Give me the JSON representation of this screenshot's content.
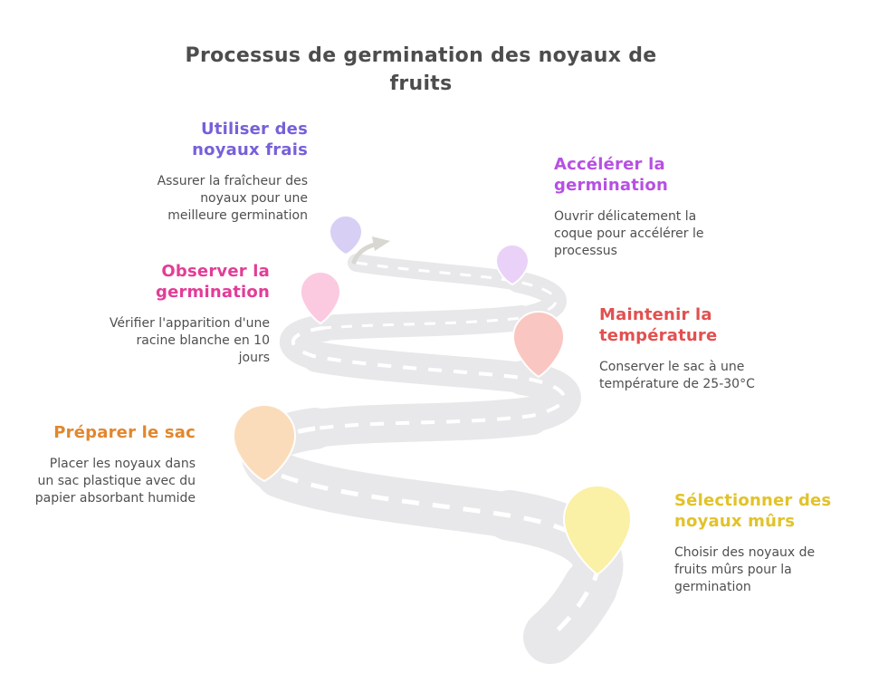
{
  "title": {
    "lines": [
      "Processus de germination des noyaux de",
      "fruits"
    ],
    "color": "#4d4d4d"
  },
  "road": {
    "color": "#e8e8ea",
    "dash_color": "#ffffff",
    "start_arrow_color": "#d9d7d2"
  },
  "steps": [
    {
      "key": "utiliser",
      "heading_lines": [
        "Utiliser des",
        "noyaux frais"
      ],
      "body_lines": [
        "Assurer la fraîcheur des",
        "noyaux pour une",
        "meilleure germination"
      ],
      "heading_color": "#7760da",
      "pin_color": "#d8cff4"
    },
    {
      "key": "accelerer",
      "heading_lines": [
        "Accélérer la",
        "germination"
      ],
      "body_lines": [
        "Ouvrir délicatement la",
        "coque pour accélérer le",
        "processus"
      ],
      "heading_color": "#b750e2",
      "pin_color": "#e9d1f7"
    },
    {
      "key": "observer",
      "heading_lines": [
        "Observer la",
        "germination"
      ],
      "body_lines": [
        "Vérifier l'apparition d'une",
        "racine blanche en 10",
        "jours"
      ],
      "heading_color": "#e23d97",
      "pin_color": "#fbc9e0"
    },
    {
      "key": "maintenir",
      "heading_lines": [
        "Maintenir la",
        "température"
      ],
      "body_lines": [
        "Conserver le sac à une",
        "température de 25-30°C"
      ],
      "heading_color": "#e25050",
      "pin_color": "#f9c6c1"
    },
    {
      "key": "preparer",
      "heading_lines": [
        "Préparer le sac"
      ],
      "body_lines": [
        "Placer les noyaux dans",
        "un sac plastique avec du",
        "papier absorbant humide"
      ],
      "heading_color": "#e1872e",
      "pin_color": "#fbdcba"
    },
    {
      "key": "selectionner",
      "heading_lines": [
        "Sélectionner des",
        "noyaux mûrs"
      ],
      "body_lines": [
        "Choisir des noyaux de",
        "fruits mûrs pour la",
        "germination"
      ],
      "heading_color": "#e2c229",
      "pin_color": "#faf0a6"
    }
  ]
}
